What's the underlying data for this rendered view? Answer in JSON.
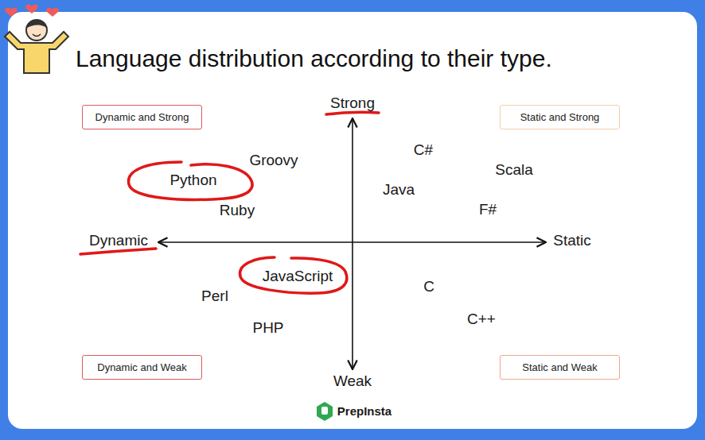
{
  "diagram": {
    "title": "Language distribution according to their type.",
    "nodes": [
      {
        "text": [
          "Dynamic and Strong"
        ]
      },
      {
        "text": [
          "Static and Strong"
        ]
      },
      {
        "text": [
          "Dynamic and Weak"
        ]
      },
      {
        "text": [
          "Static and Weak"
        ]
      }
    ],
    "labels": [
      "Strong",
      "Groovy",
      "Python",
      "C#",
      "Scala",
      "Java",
      "Ruby",
      "F#",
      "Dynamic",
      "Static",
      "JavaScript",
      "C",
      "Perl",
      "C++",
      "PHP",
      "Weak",
      "PrepInsta"
    ]
  }
}
